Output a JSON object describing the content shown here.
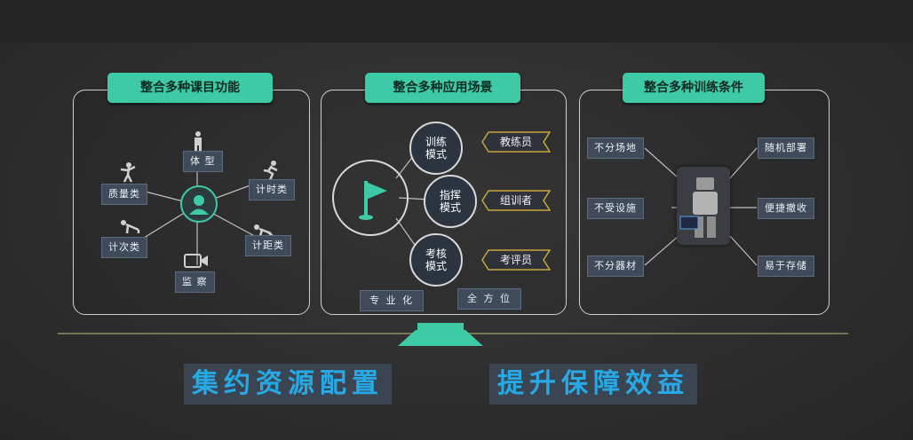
{
  "panels": [
    {
      "title": "整合多种课目功能",
      "center_icon": "user-icon",
      "nodes": [
        "体 型",
        "计时类",
        "计距类",
        "监 察",
        "计次类",
        "质量类"
      ]
    },
    {
      "title": "整合多种应用场景",
      "center_icon": "flag-icon",
      "modes": [
        "训练\n模式",
        "指挥\n模式",
        "考核\n模式"
      ],
      "roles": [
        "教练员",
        "组训者",
        "考评员"
      ],
      "bottom_tags": [
        "专 业 化",
        "全 方 位"
      ]
    },
    {
      "title": "整合多种训练条件",
      "center_icon": "robot-device-icon",
      "left_tags": [
        "不分场地",
        "不受设施",
        "不分器材"
      ],
      "right_tags": [
        "随机部署",
        "便捷撤收",
        "易于存储"
      ]
    }
  ],
  "bottom": {
    "left_slogan": "集约资源配置",
    "right_slogan": "提升保障效益"
  },
  "colors": {
    "accent_teal": "#3ec9a7",
    "slogan_blue": "#27a9e6",
    "ribbon_gold": "#c9a53a",
    "tag_bg": "#3f4a5a"
  }
}
